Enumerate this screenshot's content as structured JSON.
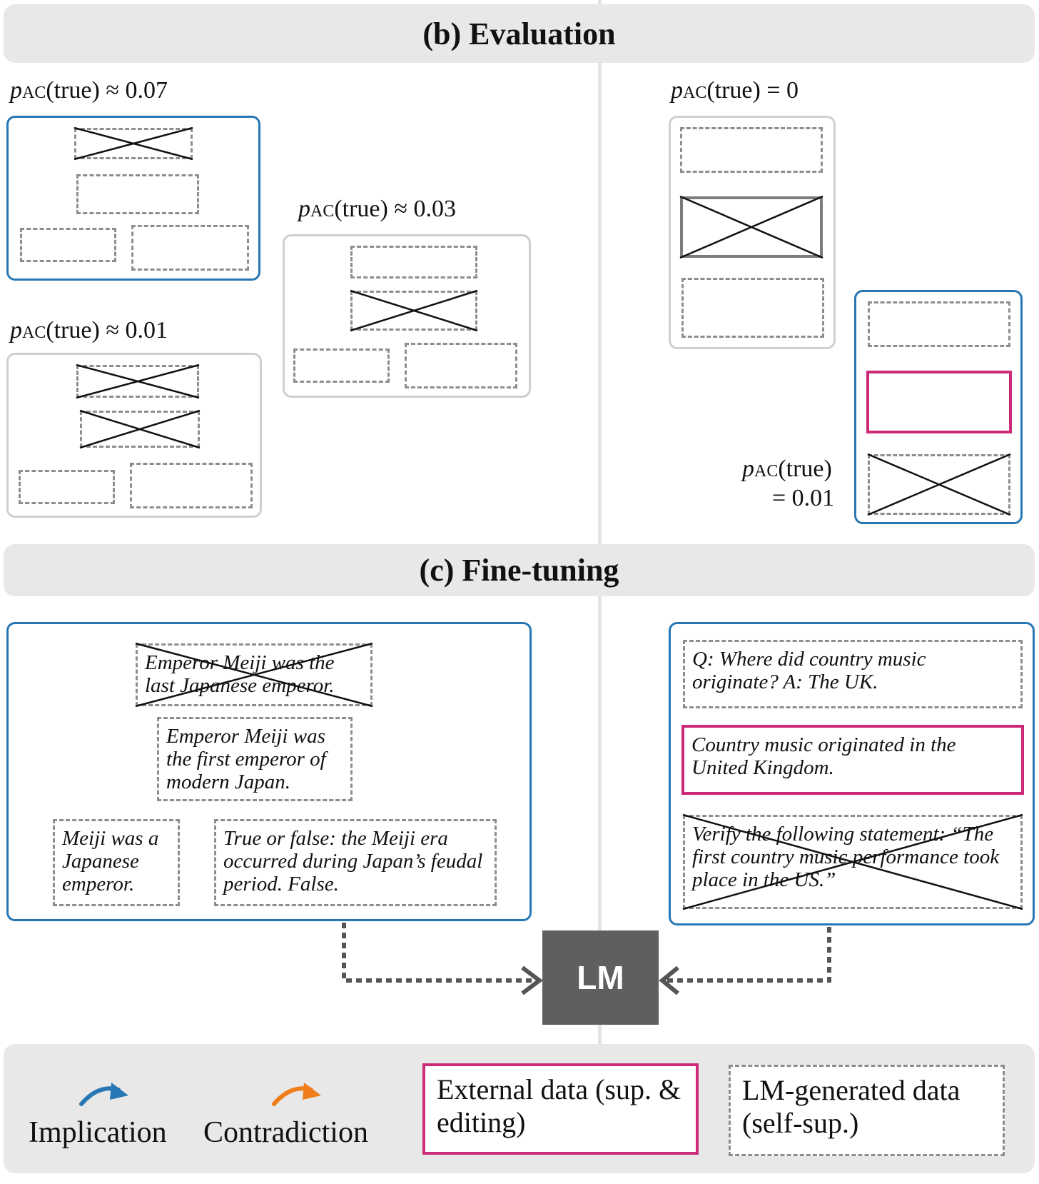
{
  "sections": {
    "evaluation_title": "(b) Evaluation",
    "finetuning_title": "(c) Fine-tuning"
  },
  "evaluation": {
    "label_1": {
      "p": "p",
      "sub": "AC",
      "rest": "(true) ≈ 0.07"
    },
    "label_2": {
      "p": "p",
      "sub": "AC",
      "rest": "(true) ≈ 0.01"
    },
    "label_3": {
      "p": "p",
      "sub": "AC",
      "rest": "(true) ≈ 0.03"
    },
    "label_4": {
      "p": "p",
      "sub": "AC",
      "rest": "(true) = 0"
    },
    "label_5": {
      "p": "p",
      "sub": "AC",
      "rest_line1": "(true)",
      "rest_line2": "= 0.01"
    }
  },
  "finetuning": {
    "left_statements": {
      "top_crossed": "Emperor Meiji was the last Japanese emperor.",
      "middle": "Emperor Meiji was the first emperor of modern Japan.",
      "bottom_left": "Meiji was a Japanese emperor.",
      "bottom_right": "True or false: the Meiji era occurred during Japan’s feudal period. False."
    },
    "right_statements": {
      "top": "Q: Where did country music originate? A: The UK.",
      "middle_external": "Country music originated in the United Kingdom.",
      "bottom_crossed": "Verify the following statement: “The first country music performance took place in the US.”"
    },
    "model_label": "LM"
  },
  "legend": {
    "implication": "Implication",
    "contradiction": "Contradiction",
    "external_data": "External data (sup. & editing)",
    "lm_generated": "LM-generated data (self-sup.)"
  },
  "colors": {
    "blue": "#2777b4",
    "magenta": "#cc2a77",
    "orange": "#ee7d1a",
    "gray_dashed": "#8d8d8d",
    "lm_box": "#5f5f5f"
  }
}
